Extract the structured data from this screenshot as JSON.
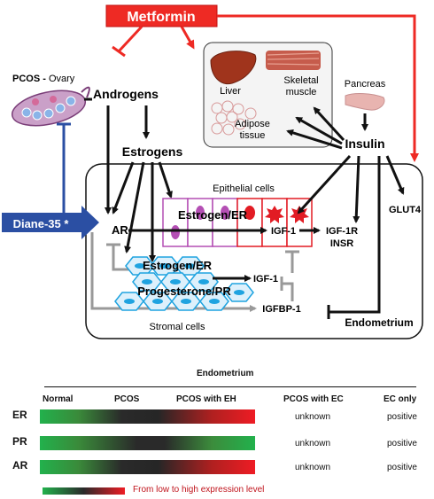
{
  "diagram": {
    "metformin": "Metformin",
    "pcos_ovary_prefix": "PCOS -",
    "pcos_ovary_suffix": " Ovary",
    "androgens": "Androgens",
    "estrogens": "Estrogens",
    "liver": "Liver",
    "skeletal_muscle_1": "Skeletal",
    "skeletal_muscle_2": "muscle",
    "adipose_1": "Adipose",
    "adipose_2": "tissue",
    "pancreas": "Pancreas",
    "insulin": "Insulin",
    "epithelial_cells": "Epithelial cells",
    "estrogen_er_epi": "Estrogen/ER",
    "diane": "Diane-35 *",
    "ar": "AR",
    "igf1_epi": "IGF-1",
    "igf1r": "IGF-1R",
    "insr": "INSR",
    "glut4": "GLUT4",
    "estrogen_er_str": "Estrogen/ER",
    "igf1_str": "IGF-1",
    "progesterone_pr": "Progesterone/PR",
    "igfbp1": "IGFBP-1",
    "stromal_cells": "Stromal cells",
    "endometrium": "Endometrium"
  },
  "table": {
    "title": "Endometrium",
    "columns": [
      "Normal",
      "PCOS",
      "PCOS with EH",
      "PCOS with EC",
      "EC only"
    ],
    "rows": [
      {
        "label": "ER",
        "ec_pcos": "unknown",
        "ec_only": "positive"
      },
      {
        "label": "PR",
        "ec_pcos": "unknown",
        "ec_only": "positive"
      },
      {
        "label": "AR",
        "ec_pcos": "unknown",
        "ec_only": "positive"
      }
    ],
    "legend": "From low to high expression level"
  },
  "colors": {
    "metformin_red": "#ee2a24",
    "diane_blue": "#2b4fa3",
    "stromal_blue": "#1fa3e0",
    "epithelial_purple": "#b44fb4",
    "epithelial_red": "#e21c24",
    "expression_low": "#22b14c",
    "expression_high": "#ee1c24"
  }
}
